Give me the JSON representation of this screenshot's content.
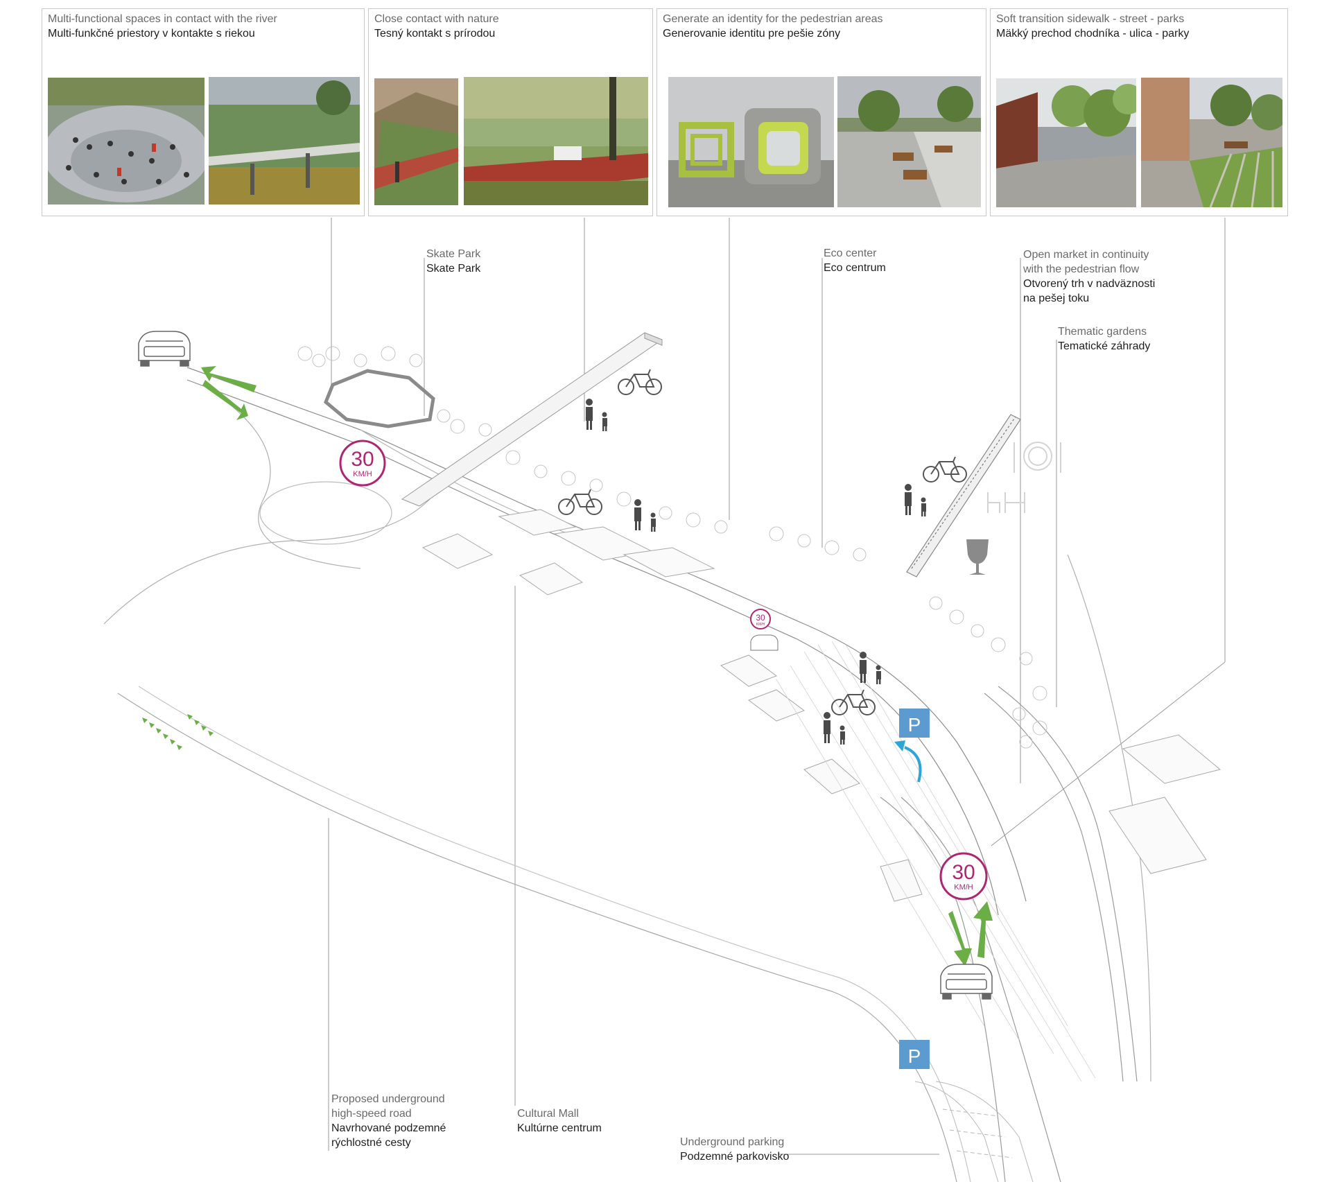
{
  "panels": [
    {
      "en": "Multi-functional spaces in contact with the river",
      "sk": "Multi-funkčné priestory v kontakte s riekou"
    },
    {
      "en": "Close contact with nature",
      "sk": "Tesný kontakt s prírodou"
    },
    {
      "en": "Generate an identity for the pedestrian areas",
      "sk": "Generovanie identitu pre pešie zóny"
    },
    {
      "en": "Soft transition sidewalk - street - parks",
      "sk": "Mäkký prechod chodníka - ulica - parky"
    }
  ],
  "labels": {
    "skate": {
      "en": "Skate Park",
      "sk": "Skate Park"
    },
    "eco": {
      "en": "Eco center",
      "sk": "Eco centrum"
    },
    "market": {
      "en1": "Open market in continuity",
      "en2": "with the pedestrian flow",
      "sk1": "Otvorený trh v nadväznosti",
      "sk2": "na pešej toku"
    },
    "gardens": {
      "en": "Thematic gardens",
      "sk": "Tematické záhrady"
    },
    "road": {
      "en1": "Proposed underground",
      "en2": "high-speed road",
      "sk1": "Navrhované podzemné",
      "sk2": "rýchlostné cesty"
    },
    "mall": {
      "en": "Cultural Mall",
      "sk": "Kultúrne centrum"
    },
    "parking": {
      "en": "Underground parking",
      "sk": "Podzemné parkovisko"
    }
  },
  "signs": {
    "speed_value": "30",
    "speed_unit": "KM/H",
    "parking": "P"
  },
  "colors": {
    "speed_sign": "#b0256f",
    "arrow_green": "#6cae46",
    "parking_blue": "#5b9bd0",
    "turn_arrow": "#2ba6d9",
    "line_gray": "#9a9a9a"
  },
  "icons": [
    "car-icon",
    "bicycle-icon",
    "pedestrian-icon",
    "wine-glass-icon",
    "cutlery-icon",
    "parking-sign-icon",
    "speed-limit-icon"
  ]
}
